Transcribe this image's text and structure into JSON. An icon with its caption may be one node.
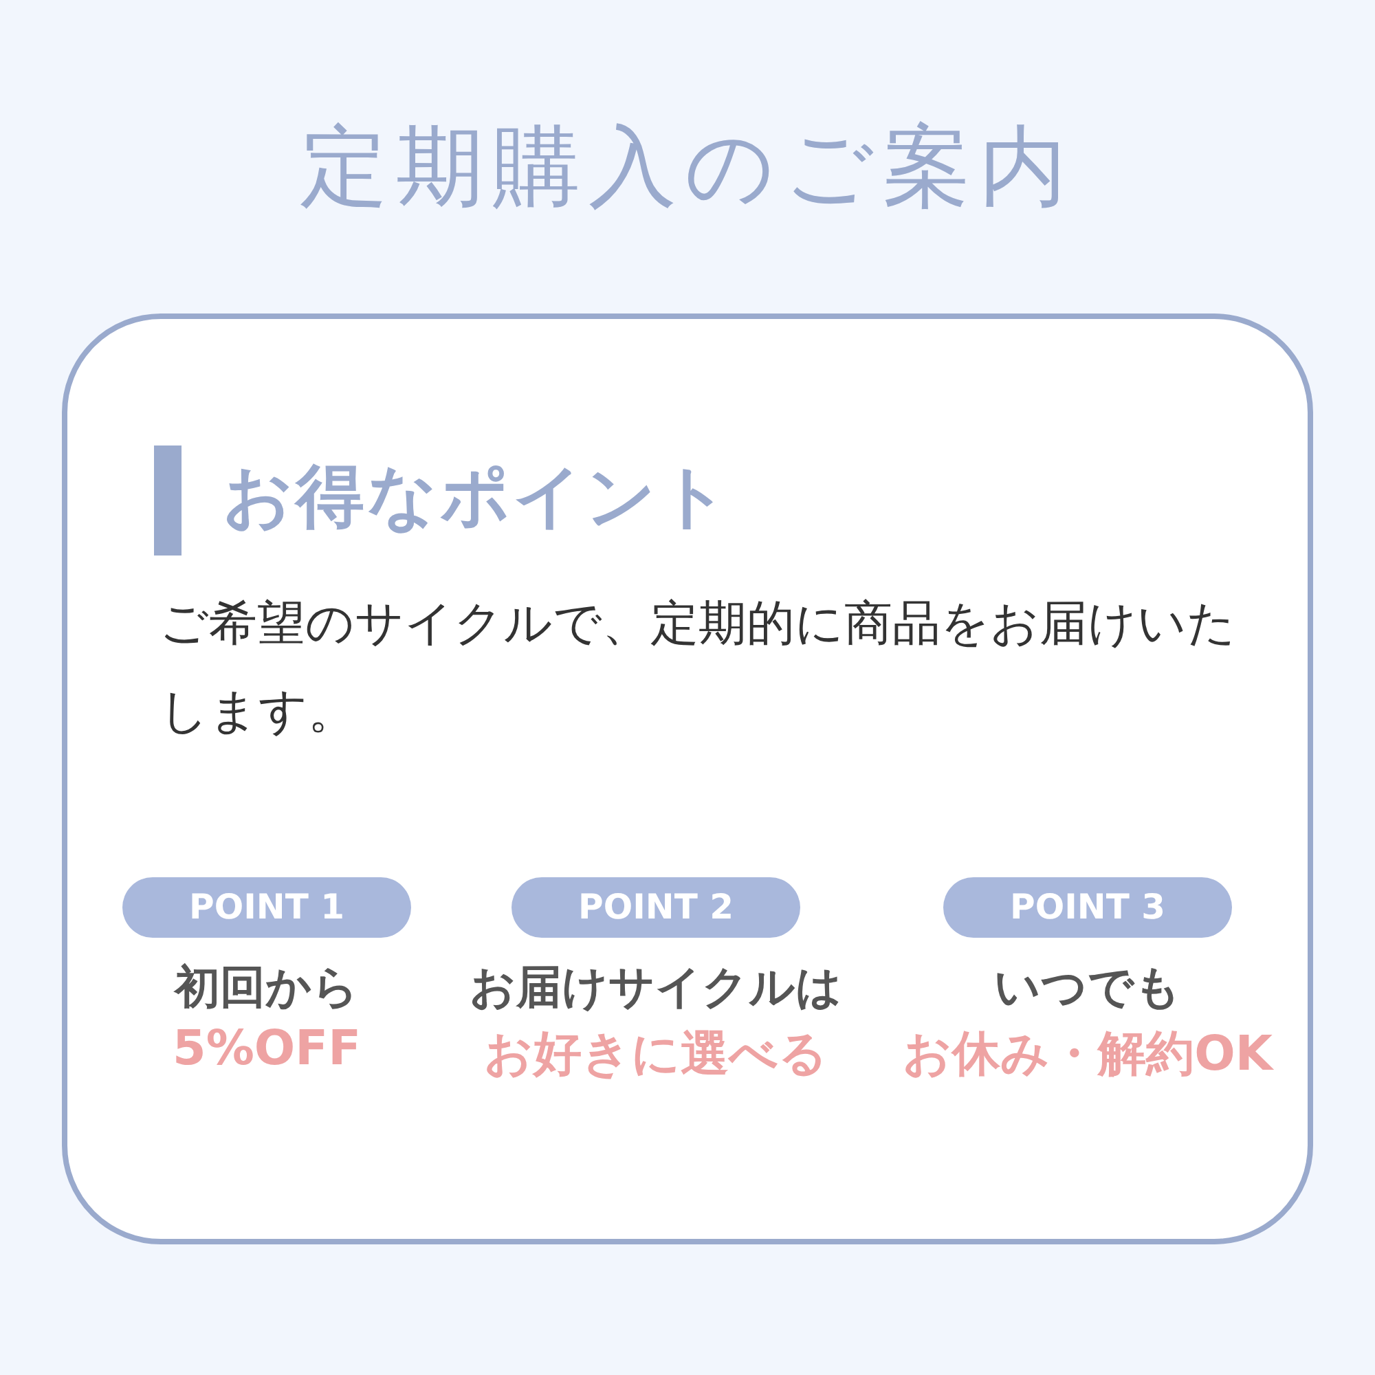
{
  "diagram": {
    "title": "定期購入のご案内",
    "nodes": [
      {
        "text": [
          "お得なポイント",
          "ご希望のサイクルで、定期的に商品をお届けいたします。"
        ]
      },
      {
        "text": [
          "POINT 1"
        ],
        "in": 0,
        "beside": [
          "初回から",
          "5%OFF"
        ]
      },
      {
        "text": [
          "POINT 2"
        ],
        "in": 0,
        "beside": [
          "お届けサイクルは",
          "お好きに選べる"
        ]
      },
      {
        "text": [
          "POINT 3"
        ],
        "in": 0,
        "beside": [
          "いつでも",
          "お休み・解約OK"
        ]
      }
    ]
  }
}
